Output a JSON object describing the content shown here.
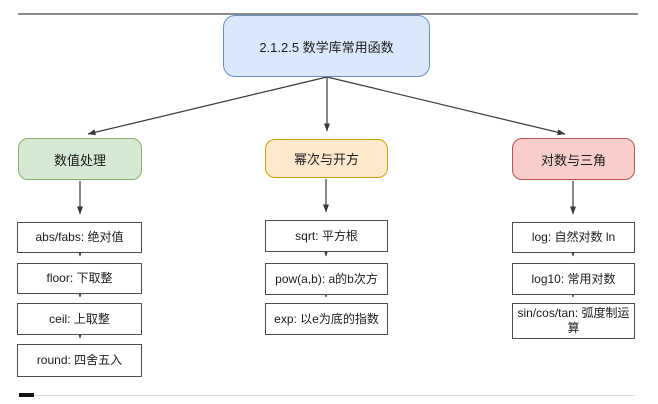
{
  "diagram": {
    "title_node": "2.1.2.5 数学库常用函数",
    "branches": [
      {
        "label": "数值处理",
        "fill": "#d5e8d4",
        "stroke": "#82b366",
        "items": [
          "abs/fabs: 绝对值",
          "floor: 下取整",
          "ceil: 上取整",
          "round: 四舍五入"
        ]
      },
      {
        "label": "幂次与开方",
        "fill": "#ffe9cc",
        "stroke": "#d79b00",
        "items": [
          "sqrt: 平方根",
          "pow(a,b): a的b次方",
          "exp: 以e为底的指数"
        ]
      },
      {
        "label": "对数与三角",
        "fill": "#f8cecc",
        "stroke": "#b85450",
        "items": [
          "log: 自然对数 ln",
          "log10: 常用对数",
          "sin/cos/tan: 弧度制运算"
        ]
      }
    ],
    "colors": {
      "root_fill": "#dae8fc",
      "root_stroke": "#6c8ebf",
      "connector": "#383838"
    }
  }
}
